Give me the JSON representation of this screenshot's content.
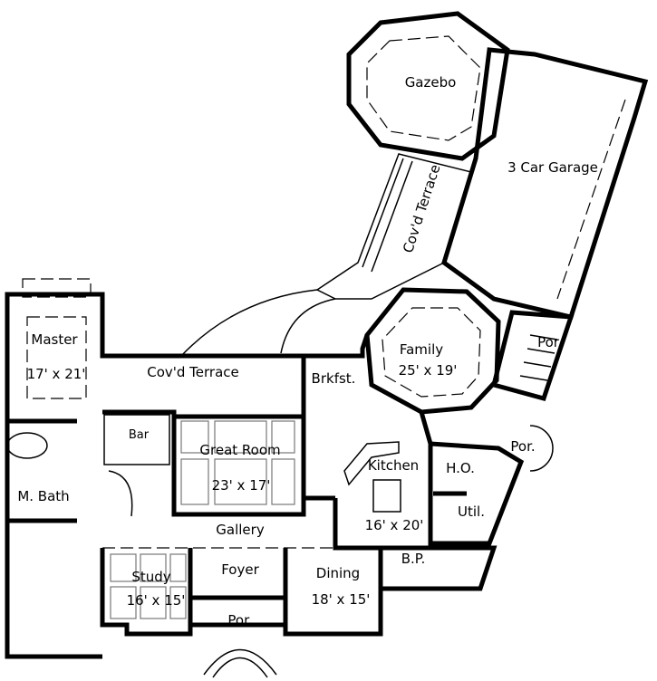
{
  "rooms": {
    "gazebo": {
      "name": "Gazebo"
    },
    "garage": {
      "name": "3 Car Garage"
    },
    "covd_terrace_diag": {
      "name": "Cov'd Terrace"
    },
    "master": {
      "name": "Master",
      "size": "17' x 21'"
    },
    "covd_terrace": {
      "name": "Cov'd Terrace"
    },
    "brkfst": {
      "name": "Brkfst."
    },
    "family": {
      "name": "Family",
      "size": "25' x 19'"
    },
    "por_upper": {
      "name": "Por"
    },
    "por_lower": {
      "name": "Por."
    },
    "bar": {
      "name": "Bar"
    },
    "great_room": {
      "name": "Great Room",
      "size": "23' x 17'"
    },
    "kitchen": {
      "name": "Kitchen",
      "size": "16' x 20'"
    },
    "home_office": {
      "name": "H.O."
    },
    "utility": {
      "name": "Util."
    },
    "master_bath": {
      "name": "M. Bath"
    },
    "gallery": {
      "name": "Gallery"
    },
    "foyer": {
      "name": "Foyer"
    },
    "study": {
      "name": "Study",
      "size": "16' x 15'"
    },
    "dining": {
      "name": "Dining",
      "size": "18' x 15'"
    },
    "powder": {
      "name": "B.P."
    },
    "front_porch": {
      "name": "Por."
    }
  }
}
